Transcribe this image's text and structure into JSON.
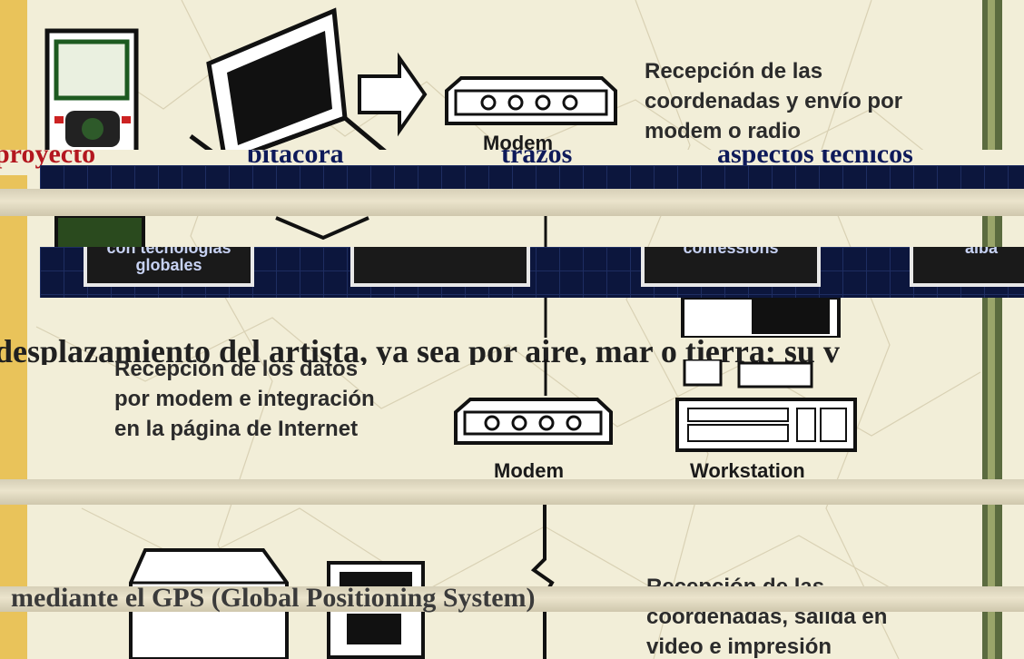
{
  "nav": {
    "items": [
      "proyecto",
      "bitácora",
      "trazos",
      "aspectos técnicos"
    ],
    "buttons": [
      "con tecnologías globales",
      "",
      "confessions",
      "alba"
    ]
  },
  "diagram": {
    "step1_text": "Recepción de las coordenadas y envío por modem o radio",
    "step2_text": "Recepción de los datos por modem e integración en la página de Internet",
    "step3_text": "Recepción de las coordenadas, salida en video e impresión",
    "modem_label": "Modem",
    "workstation_label": "Workstation"
  },
  "body_lines": [
    "desplazamiento del artista, ya sea por aire, mar o tierra; su v",
    "mediante el GPS (Global Positioning System)"
  ],
  "colors": {
    "navy": "#0c163d",
    "paper": "#f2eed8",
    "gold": "#e9c35a",
    "green": "#5b6b3f"
  }
}
